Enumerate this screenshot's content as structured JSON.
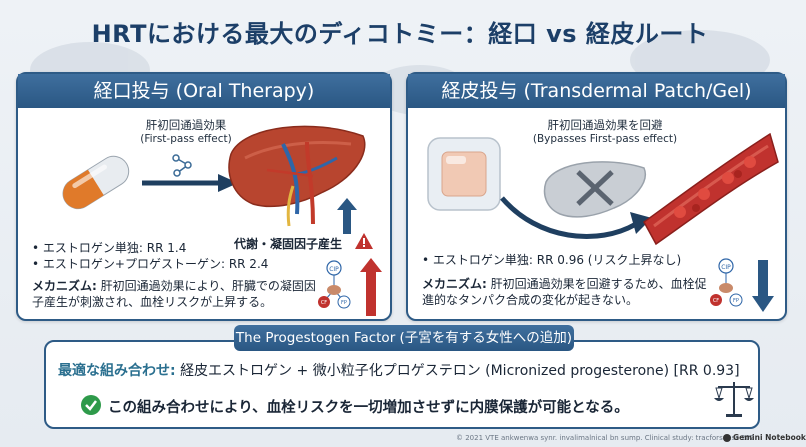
{
  "title": "HRTにおける最大のディコトミー：経口 vs 経皮ルート",
  "oral": {
    "header": "経口投与 (Oral Therapy)",
    "fp_label": "肝初回通過効果",
    "fp_sub": "(First-pass effect)",
    "warning": "代謝・凝固因子産生",
    "bullets": [
      "エストロゲン単独: RR 1.4",
      "エストロゲン+プロゲストーゲン: RR 2.4"
    ],
    "mech_label": "メカニズム:",
    "mech_text": "肝初回通過効果により、肝臓での凝固因子産生が刺激され、血栓リスクが上昇する。",
    "markers": [
      "CIP",
      "CF",
      "FP"
    ]
  },
  "trans": {
    "header": "経皮投与 (Transdermal Patch/Gel)",
    "avoid_label": "肝初回通過効果を回避",
    "avoid_sub": "(Bypasses First-pass effect)",
    "bullets": [
      "エストロゲン単独: RR 0.96 (リスク上昇なし)"
    ],
    "mech_label": "メカニズム:",
    "mech_text": "肝初回通過効果を回避するため、血栓促進的なタンパク合成の変化が起きない。",
    "markers": [
      "CIP",
      "CF",
      "FP"
    ]
  },
  "factor": {
    "tab": "The Progestogen Factor (子宮を有する女性への追加)",
    "combo_label": "最適な組み合わせ:",
    "combo_text": "経皮エストロゲン + 微小粒子化プロゲステロン (Micronized progesterone) [RR 0.93]",
    "result": "この組み合わせにより、血栓リスクを一切増加させずに内膜保護が可能となる。"
  },
  "footer": "© 2021 VTE ankwenwa synr. invalimalnical bn sump. Clinical study: tracforsness 202",
  "brand": "Gemini Notebook",
  "colors": {
    "navy": "#2a5783",
    "teal": "#2a6f8f",
    "liver": "#b8452f",
    "red": "#c0322e",
    "green": "#2e9a4a"
  }
}
